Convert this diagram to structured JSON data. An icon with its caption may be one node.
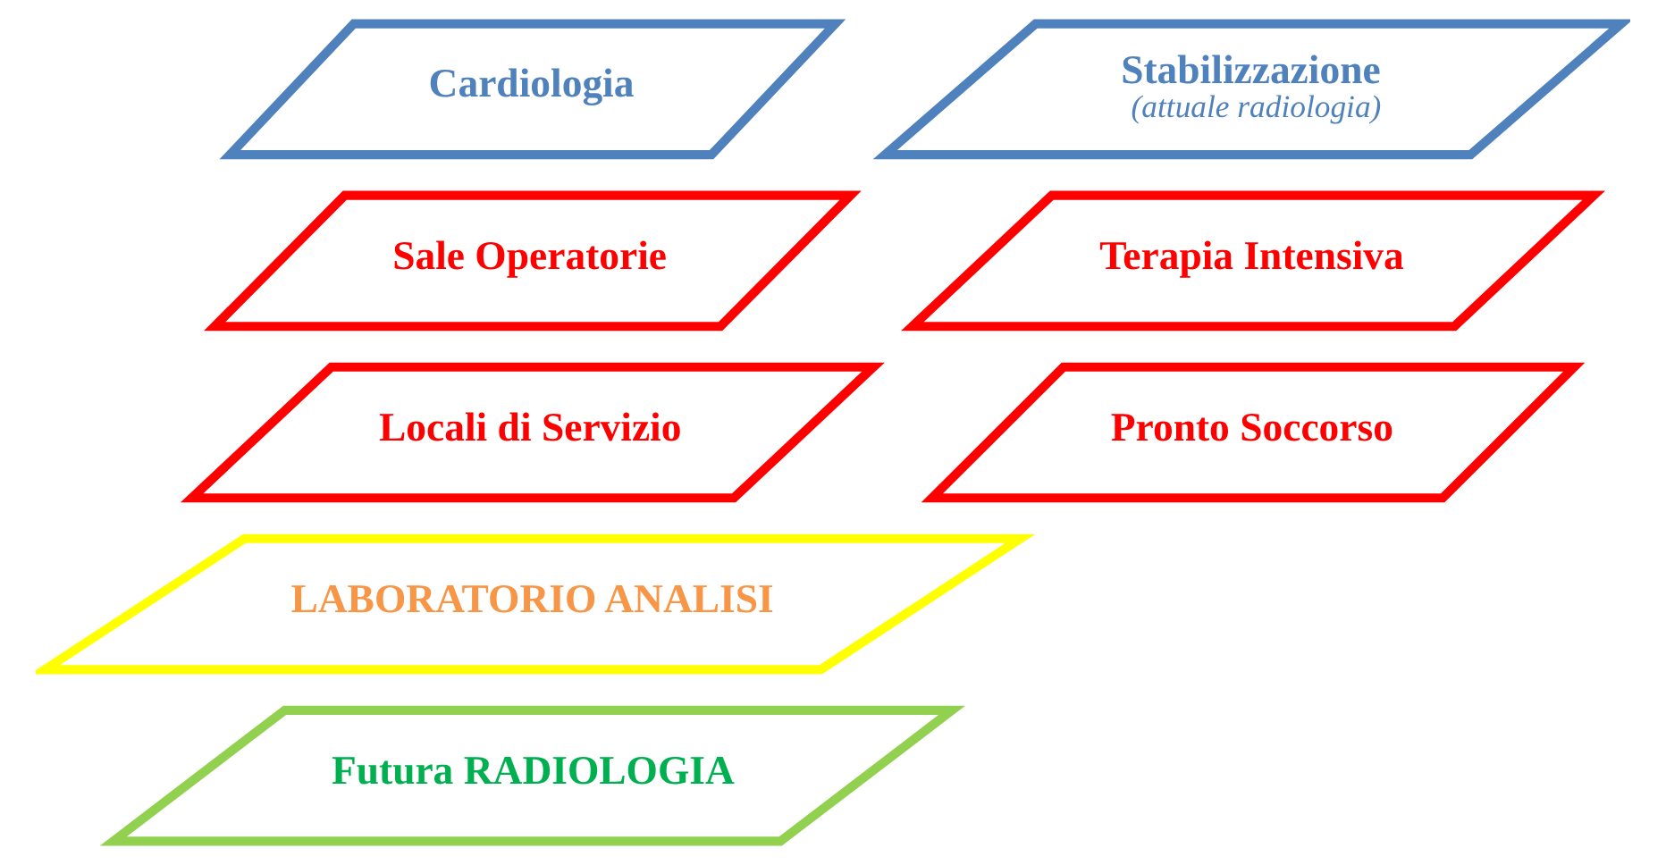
{
  "diagram": {
    "nodes": [
      {
        "text": [
          "Cardiologia"
        ]
      },
      {
        "text": [
          "Stabilizzazione",
          "(attuale radiologia)"
        ]
      },
      {
        "text": [
          "Sale Operatorie"
        ]
      },
      {
        "text": [
          "Terapia Intensiva"
        ]
      },
      {
        "text": [
          "Locali di Servizio"
        ]
      },
      {
        "text": [
          "Pronto Soccorso"
        ]
      },
      {
        "text": [
          "LABORATORIO ANALISI"
        ]
      },
      {
        "text": [
          "Futura RADIOLOGIA"
        ]
      }
    ]
  }
}
